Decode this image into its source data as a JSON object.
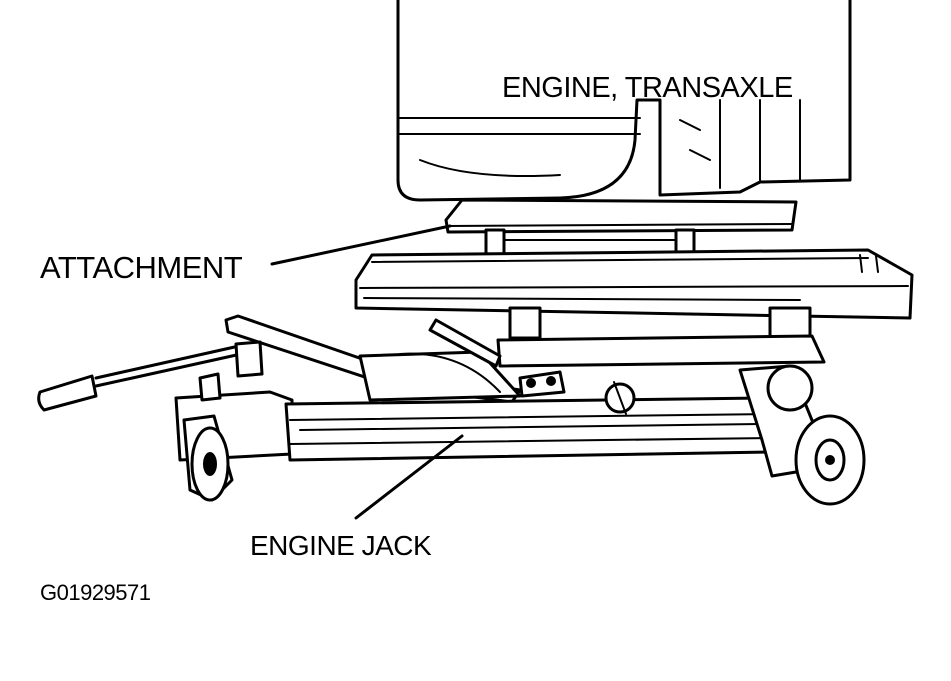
{
  "labels": {
    "engine_transaxle": "ENGINE, TRANSAXLE",
    "attachment": "ATTACHMENT",
    "engine_jack": "ENGINE JACK",
    "figure_code": "G01929571"
  }
}
